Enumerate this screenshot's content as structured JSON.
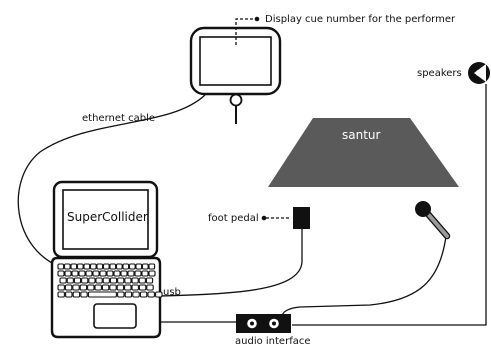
{
  "labels": {
    "display_cue": "Display cue number for the performer",
    "ethernet": "ethernet  cable",
    "supercollider": "SuperCollider",
    "foot_pedal": "foot pedal",
    "usb": "usb",
    "audio_interface": "audio interface",
    "santur": "santur",
    "speakers": "speakers"
  },
  "colors": {
    "line": "#111111",
    "santur_fill": "#5a5a5a",
    "mic_head": "#111111",
    "mic_body": "#9a9a9a"
  },
  "icons": [
    "tablet-display-icon",
    "laptop-icon",
    "foot-pedal-icon",
    "microphone-icon",
    "audio-interface-icon",
    "speaker-icon"
  ]
}
